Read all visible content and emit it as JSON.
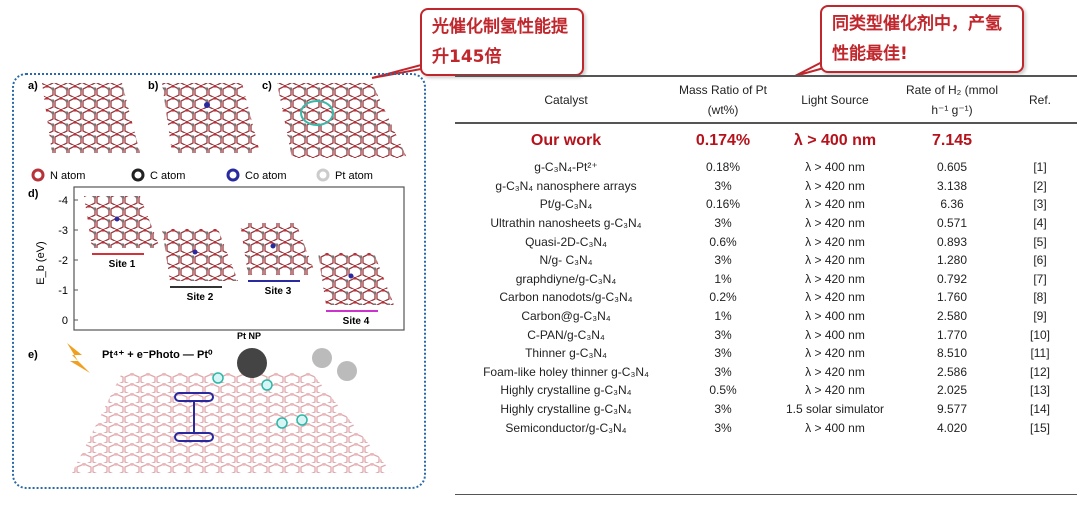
{
  "callouts": [
    "光催化制氢性能提升145倍",
    "同类型催化剂中，产氢性能最佳!"
  ],
  "figure": {
    "panel_labels": [
      "a)",
      "b)",
      "c)",
      "d)",
      "e)"
    ],
    "legend": [
      "N atom",
      "C atom",
      "Co atom",
      "Pt atom"
    ],
    "legend_colors": [
      "#b8323a",
      "#222222",
      "#2a2aa0",
      "#cccccc"
    ],
    "d_ylabel": "E_b (eV)",
    "d_ticks": [
      "-4",
      "-3",
      "-2",
      "-1",
      "0"
    ],
    "sites": [
      {
        "label": "Site 1",
        "color": "#d0333a",
        "eb": -2.2
      },
      {
        "label": "Site 2",
        "color": "#333333",
        "eb": -1.1
      },
      {
        "label": "Site 3",
        "color": "#2a2aa0",
        "eb": -1.3
      },
      {
        "label": "Site 4",
        "color": "#cc33cc",
        "eb": -0.3
      }
    ],
    "e_equation": "Pt⁴⁺ + e⁻Photo — Pt⁰",
    "e_np_label": "Pt NP"
  },
  "table": {
    "headers": [
      "Catalyst",
      "Mass Ratio of Pt (wt%)",
      "Light Source",
      "Rate of H₂ (mmol h⁻¹ g⁻¹)",
      "Ref."
    ],
    "ours": [
      "Our work",
      "0.174%",
      "λ > 400 nm",
      "7.145",
      ""
    ],
    "rows": [
      [
        "g-C₃N₄-Pt²⁺",
        "0.18%",
        "λ > 400 nm",
        "0.605",
        "[1]"
      ],
      [
        "g-C₃N₄ nanosphere arrays",
        "3%",
        "λ > 420 nm",
        "3.138",
        "[2]"
      ],
      [
        "Pt/g-C₃N₄",
        "0.16%",
        "λ > 420 nm",
        "6.36",
        "[3]"
      ],
      [
        "Ultrathin nanosheets g-C₃N₄",
        "3%",
        "λ > 420 nm",
        "0.571",
        "[4]"
      ],
      [
        "Quasi-2D-C₃N₄",
        "0.6%",
        "λ > 420 nm",
        "0.893",
        "[5]"
      ],
      [
        "N/g- C₃N₄",
        "3%",
        "λ > 420 nm",
        "1.280",
        "[6]"
      ],
      [
        "graphdiyne/g-C₃N₄",
        "1%",
        "λ > 420 nm",
        "0.792",
        "[7]"
      ],
      [
        "Carbon nanodots/g-C₃N₄",
        "0.2%",
        "λ > 420 nm",
        "1.760",
        "[8]"
      ],
      [
        "Carbon@g-C₃N₄",
        "1%",
        "λ > 400 nm",
        "2.580",
        "[9]"
      ],
      [
        "C-PAN/g-C₃N₄",
        "3%",
        "λ > 400 nm",
        "1.770",
        "[10]"
      ],
      [
        "Thinner g-C₃N₄",
        "3%",
        "λ > 420 nm",
        "8.510",
        "[11]"
      ],
      [
        "Foam-like holey thinner g-C₃N₄",
        "3%",
        "λ > 420 nm",
        "2.586",
        "[12]"
      ],
      [
        "Highly crystalline g-C₃N₄",
        "0.5%",
        "λ > 420 nm",
        "2.025",
        "[13]"
      ],
      [
        "Highly crystalline g-C₃N₄",
        "3%",
        "1.5 solar simulator",
        "9.577",
        "[14]"
      ],
      [
        "Semiconductor/g-C₃N₄",
        "3%",
        "λ > 400 nm",
        "4.020",
        "[15]"
      ]
    ]
  }
}
